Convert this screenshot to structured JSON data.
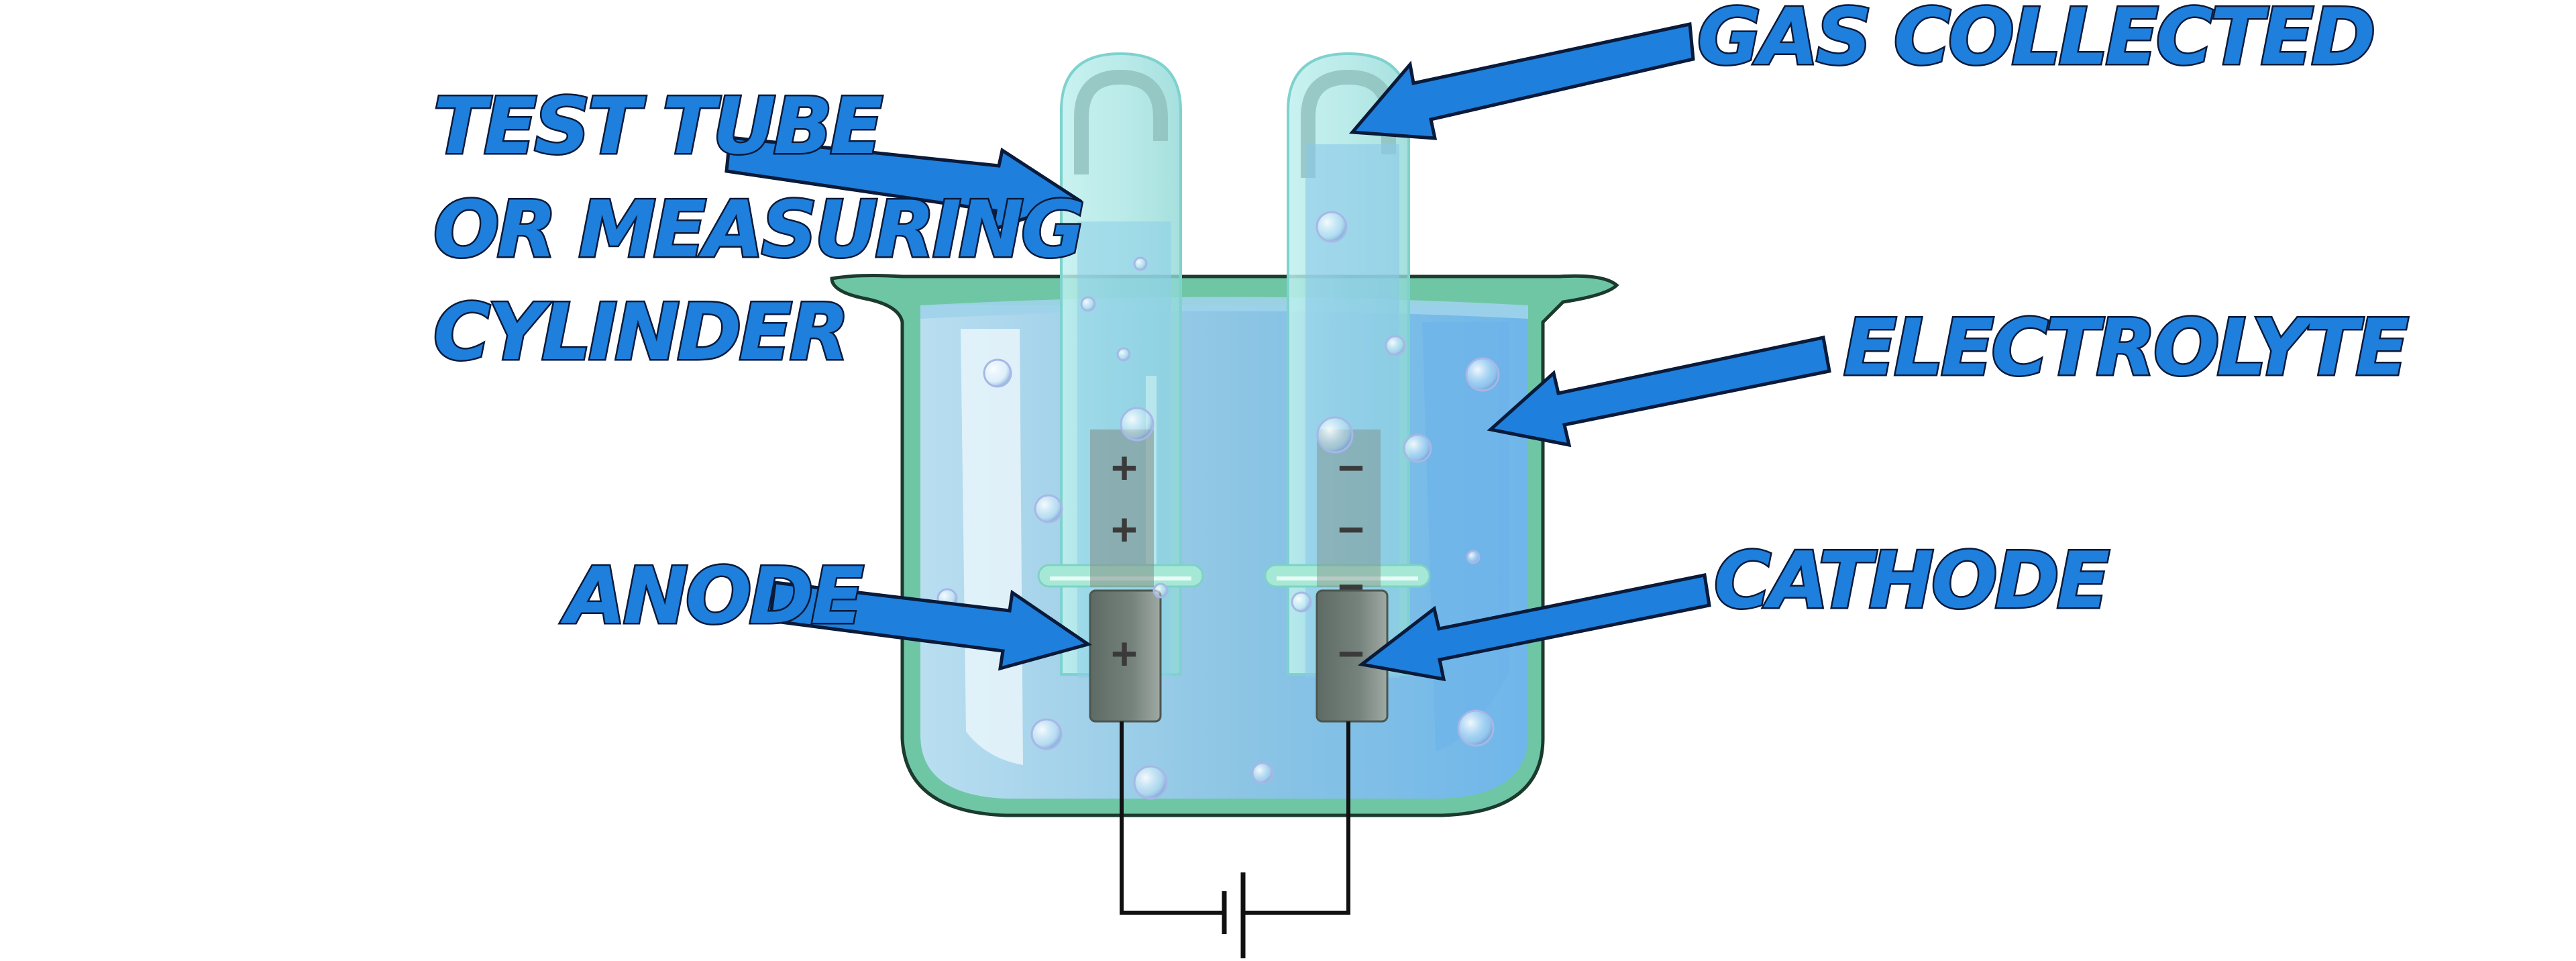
{
  "labels": {
    "test_tube_line1": "TEST TUBE",
    "test_tube_line2": "OR MEASURING",
    "test_tube_line3": "CYLINDER",
    "gas_collected": "GAS COLLECTED",
    "electrolyte": "ELECTROLYTE",
    "anode": "ANODE",
    "cathode": "CATHODE"
  },
  "signs": {
    "anode": "+",
    "cathode": "−"
  },
  "icons": [
    "beaker-icon",
    "test-tube-icon",
    "electrode-icon",
    "battery-icon",
    "bubble-icon",
    "arrow-icon"
  ],
  "colors": {
    "label_fill": "#1e7fdc",
    "label_outline": "#0a1a3a",
    "beaker_glass": "#6cc4a4",
    "electrolyte": "#7fc1ea",
    "tube_glass": "#a8e6e4",
    "electrode": "#6f7a74",
    "wire": "#111111"
  }
}
